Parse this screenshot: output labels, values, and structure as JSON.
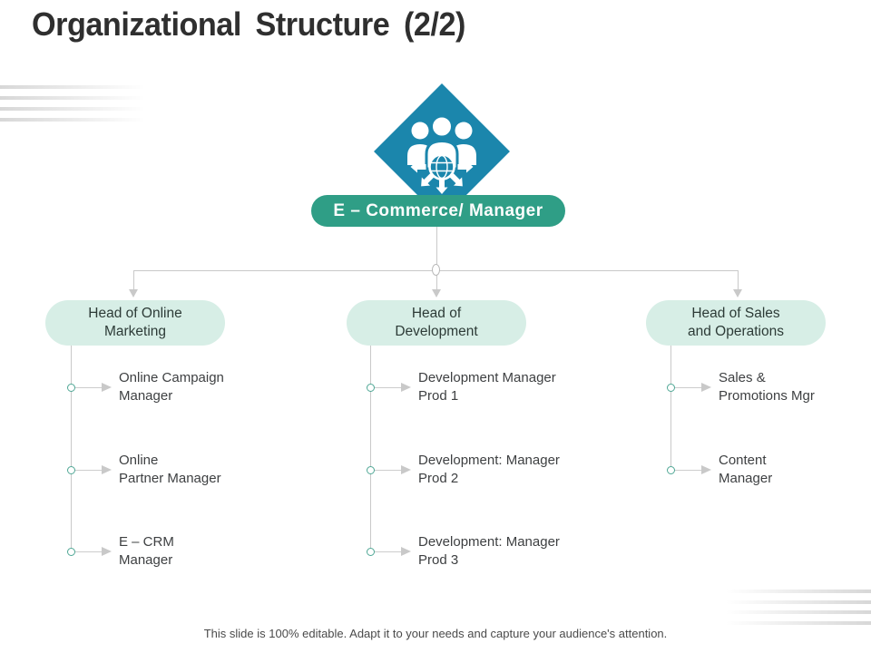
{
  "slide": {
    "title": "Organizational Structure (2/2)",
    "footer": "This slide is 100% editable. Adapt it to your needs and capture your audience's attention."
  },
  "chart": {
    "type": "org-chart",
    "root": {
      "label": "E – Commerce/ Manager",
      "icon": "people-globe-arrows-icon"
    },
    "branches": [
      {
        "title": [
          "Head of Online",
          "Marketing"
        ],
        "children": [
          [
            "Online Campaign",
            "Manager"
          ],
          [
            "Online",
            "Partner Manager"
          ],
          [
            "E – CRM",
            "Manager"
          ]
        ]
      },
      {
        "title": [
          "Head of",
          "Development"
        ],
        "children": [
          [
            "Development Manager",
            "Prod 1"
          ],
          [
            "Development: Manager",
            "Prod 2"
          ],
          [
            "Development: Manager",
            "Prod 3"
          ]
        ]
      },
      {
        "title": [
          "Head of Sales",
          "and Operations"
        ],
        "children": [
          [
            "Sales &",
            "Promotions Mgr"
          ],
          [
            "Content",
            "Manager"
          ]
        ]
      }
    ]
  },
  "colors": {
    "diamond": "#1b86ac",
    "root_pill": "#2f9e86",
    "branch_box": "#d7eee6",
    "connector": "#c9c9c9",
    "dot_border": "#4fa795",
    "title_text": "#2f2f2f"
  }
}
